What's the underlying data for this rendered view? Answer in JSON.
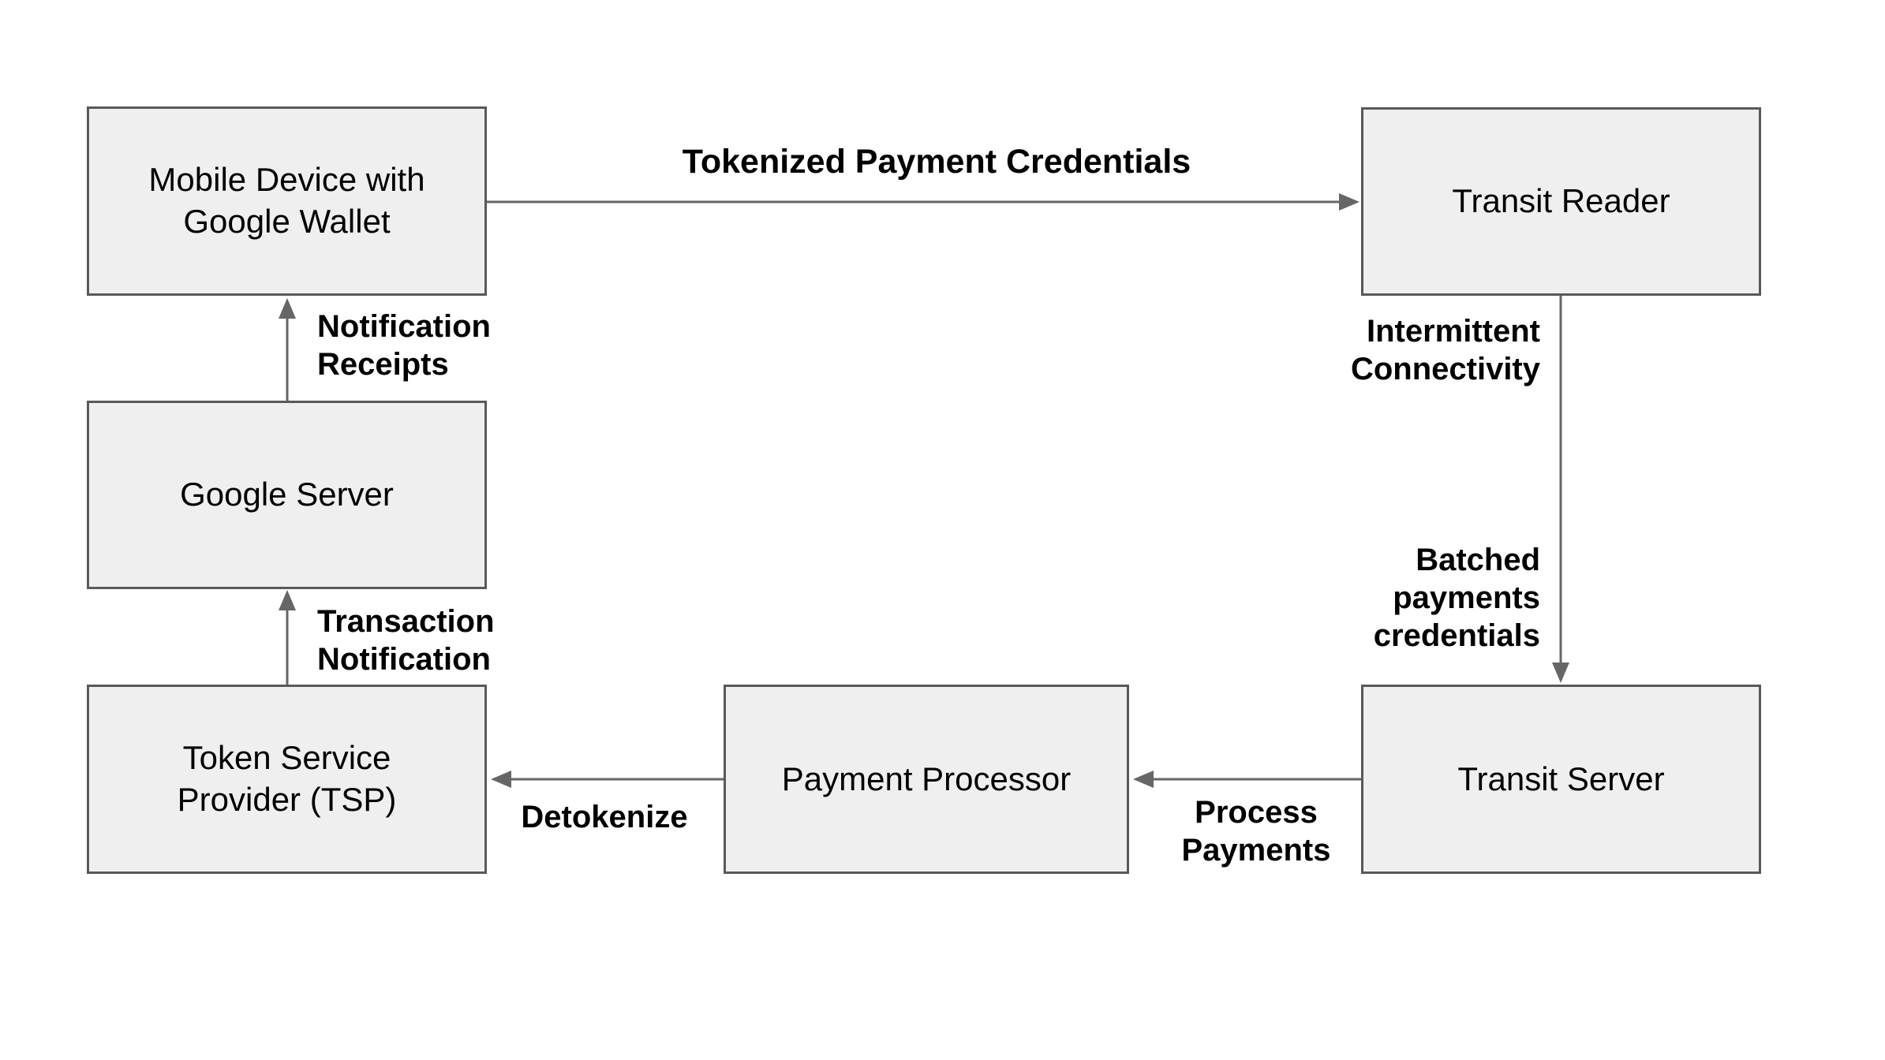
{
  "diagram": {
    "background": "#ffffff",
    "colors": {
      "node_fill": "#efefef",
      "node_border": "#58595b",
      "arrow": "#666666",
      "label_text": "#000000"
    },
    "nodes": [
      {
        "id": "mobile-device",
        "label": "Mobile Device with\nGoogle Wallet"
      },
      {
        "id": "transit-reader",
        "label": "Transit Reader"
      },
      {
        "id": "google-server",
        "label": "Google Server"
      },
      {
        "id": "token-service-provider",
        "label": "Token Service\nProvider (TSP)"
      },
      {
        "id": "payment-processor",
        "label": "Payment Processor"
      },
      {
        "id": "transit-server",
        "label": "Transit Server"
      }
    ],
    "edges": [
      {
        "id": "tokenized-payment-credentials",
        "from": "mobile-device",
        "to": "transit-reader",
        "label": "Tokenized Payment Credentials"
      },
      {
        "id": "notification-receipts",
        "from": "google-server",
        "to": "mobile-device",
        "label": "Notification\nReceipts"
      },
      {
        "id": "intermittent-connectivity",
        "from": "transit-reader",
        "to": "transit-server",
        "label": "Intermittent\nConnectivity"
      },
      {
        "id": "batched-payments-credentials",
        "from": "transit-reader",
        "to": "transit-server",
        "label": "Batched\npayments\ncredentials"
      },
      {
        "id": "transaction-notification",
        "from": "token-service-provider",
        "to": "google-server",
        "label": "Transaction\nNotification"
      },
      {
        "id": "process-payments",
        "from": "transit-server",
        "to": "payment-processor",
        "label": "Process\nPayments"
      },
      {
        "id": "detokenize",
        "from": "payment-processor",
        "to": "token-service-provider",
        "label": "Detokenize"
      }
    ]
  }
}
